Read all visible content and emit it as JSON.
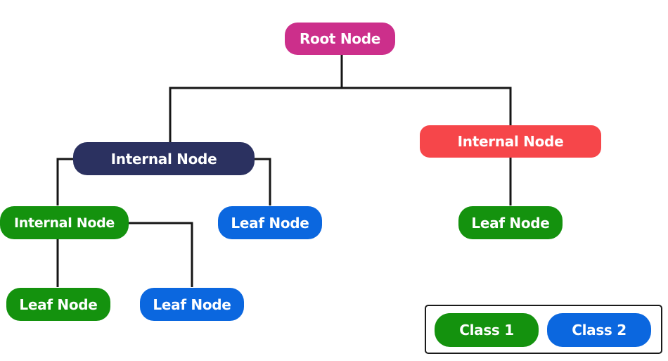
{
  "colors": {
    "root": "#cc2f8b",
    "internal_dark": "#2b3160",
    "internal_red": "#f6464a",
    "class1": "#14920e",
    "class2": "#0b67df",
    "edge": "#151515"
  },
  "nodes": {
    "root": {
      "label": "Root Node",
      "color_key": "root"
    },
    "internal_left": {
      "label": "Internal Node",
      "color_key": "internal_dark"
    },
    "internal_right": {
      "label": "Internal Node",
      "color_key": "internal_red"
    },
    "internal_sub": {
      "label": "Internal Node",
      "color_key": "class1"
    },
    "leaf_mid": {
      "label": "Leaf Node",
      "color_key": "class2"
    },
    "leaf_right": {
      "label": "Leaf Node",
      "color_key": "class1"
    },
    "leaf_bottom_left": {
      "label": "Leaf Node",
      "color_key": "class1"
    },
    "leaf_bottom_right": {
      "label": "Leaf Node",
      "color_key": "class2"
    }
  },
  "edges": [
    {
      "from": "root",
      "to": "internal_left"
    },
    {
      "from": "root",
      "to": "internal_right"
    },
    {
      "from": "internal_left",
      "to": "internal_sub"
    },
    {
      "from": "internal_left",
      "to": "leaf_mid"
    },
    {
      "from": "internal_right",
      "to": "leaf_right"
    },
    {
      "from": "internal_sub",
      "to": "leaf_bottom_left"
    },
    {
      "from": "internal_sub",
      "to": "leaf_bottom_right"
    }
  ],
  "legend": {
    "class1": {
      "label": "Class 1",
      "color_key": "class1"
    },
    "class2": {
      "label": "Class 2",
      "color_key": "class2"
    }
  }
}
